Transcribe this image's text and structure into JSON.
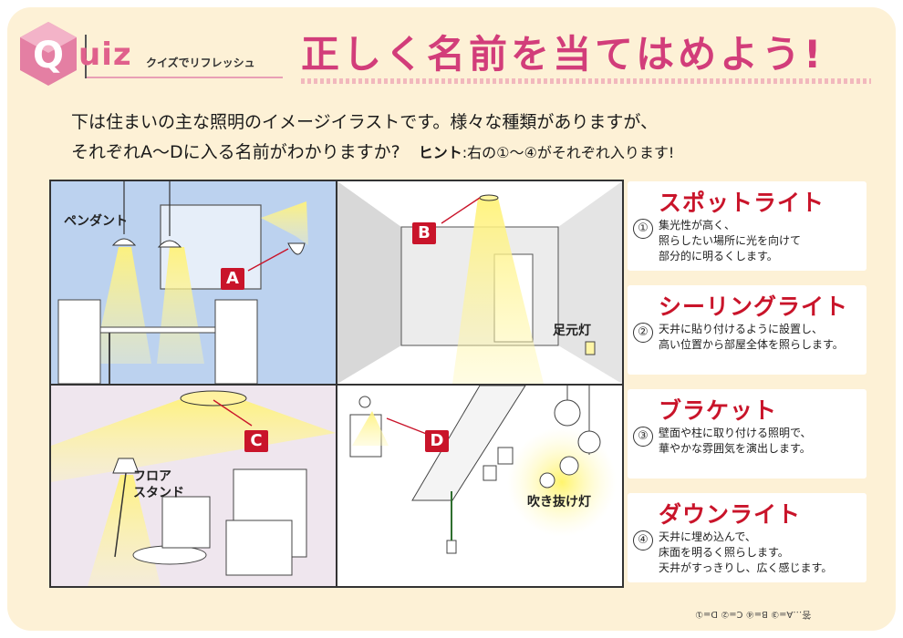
{
  "header": {
    "quiz_letter": "Q",
    "quiz_rest": "uiz",
    "quiz_sub": "クイズでリフレッシュ",
    "title": "正しく名前を当てはめよう!"
  },
  "intro": {
    "line1": "下は住まいの主な照明のイメージイラストです。様々な種類がありますが、",
    "line2": "それぞれA～Dに入る名前がわかりますか?",
    "hint_label": "ヒント",
    "hint_text": ":右の①～④がそれぞれ入ります!"
  },
  "scenes": {
    "pendant_label": "ペンダント",
    "foot_label": "足元灯",
    "floor_label_1": "フロア",
    "floor_label_2": "スタンド",
    "atrium_label": "吹き抜け灯",
    "badge_a": "A",
    "badge_b": "B",
    "badge_c": "C",
    "badge_d": "D"
  },
  "answers": [
    {
      "num": "①",
      "name": "スポットライト",
      "desc": [
        "集光性が高く、",
        "照らしたい場所に光を向けて",
        "部分的に明るくします。"
      ]
    },
    {
      "num": "②",
      "name": "シーリングライト",
      "desc": [
        "天井に貼り付けるように設置し、",
        "高い位置から部屋全体を照らします。"
      ]
    },
    {
      "num": "③",
      "name": "ブラケット",
      "desc": [
        "壁面や柱に取り付ける照明で、",
        "華やかな雰囲気を演出します。"
      ]
    },
    {
      "num": "④",
      "name": "ダウンライト",
      "desc": [
        "天井に埋め込んで、",
        "床面を明るく照らします。",
        "天井がすっきりし、広く感じます。"
      ]
    }
  ],
  "footer": {
    "answer_key": "答…A=③ B=④ C=② D=①"
  },
  "colors": {
    "accent": "#d23d7a",
    "answer_red": "#c9142a",
    "background": "#fdf1d6"
  }
}
